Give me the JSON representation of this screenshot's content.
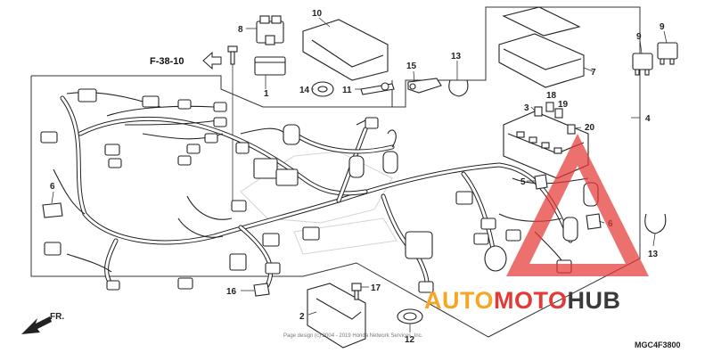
{
  "diagram": {
    "reference_label": "F-38-10",
    "front_label": "FR.",
    "diagram_code": "MGC4F3800",
    "copyright_text": "Page design (c) 2004 - 2019 Honda Network Services, Inc.",
    "callouts": [
      "1",
      "2",
      "3",
      "4",
      "5",
      "6",
      "6",
      "6",
      "7",
      "8",
      "9",
      "9",
      "10",
      "11",
      "12",
      "13",
      "13",
      "14",
      "15",
      "16",
      "17",
      "18",
      "19",
      "20"
    ]
  },
  "watermark": {
    "brand_part1": "AUTO",
    "brand_part2": "MOTO",
    "brand_part3": "HUB",
    "colors": {
      "orange": "#f5a623",
      "red": "#e53935",
      "dark": "#3a3a3a"
    }
  }
}
